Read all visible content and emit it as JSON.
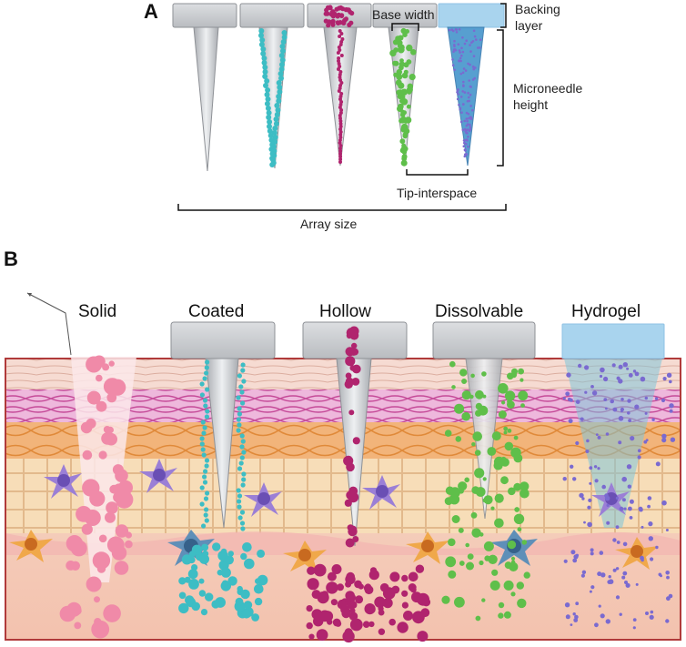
{
  "panel_a": {
    "label": "A",
    "backing_layer": "Backing\nlayer",
    "base_width": "Base width",
    "microneedle_height": "Microneedle\nheight",
    "tip_interspace": "Tip-interspace",
    "array_size": "Array size"
  },
  "panel_b": {
    "label": "B",
    "types": [
      "Solid",
      "Coated",
      "Hollow",
      "Dissolvable",
      "Hydrogel"
    ]
  },
  "colors": {
    "needle_grey": "#c9cbcf",
    "coated_teal": "#3dbdc4",
    "hollow_magenta": "#b0246e",
    "dissolvable_green": "#5fbf4a",
    "hydrogel_blue": "#a9d4ee",
    "hydrogel_purple": "#7a6ad0",
    "solid_pink": "#f08aa8",
    "skin_border": "#b03a3a",
    "stratum_pink": "#f5d8cf",
    "epidermis_magenta": "#d55fa8",
    "orange_layer": "#eca35f",
    "cell_beige": "#f6dcb8",
    "dermis": "#f4c4b0"
  }
}
